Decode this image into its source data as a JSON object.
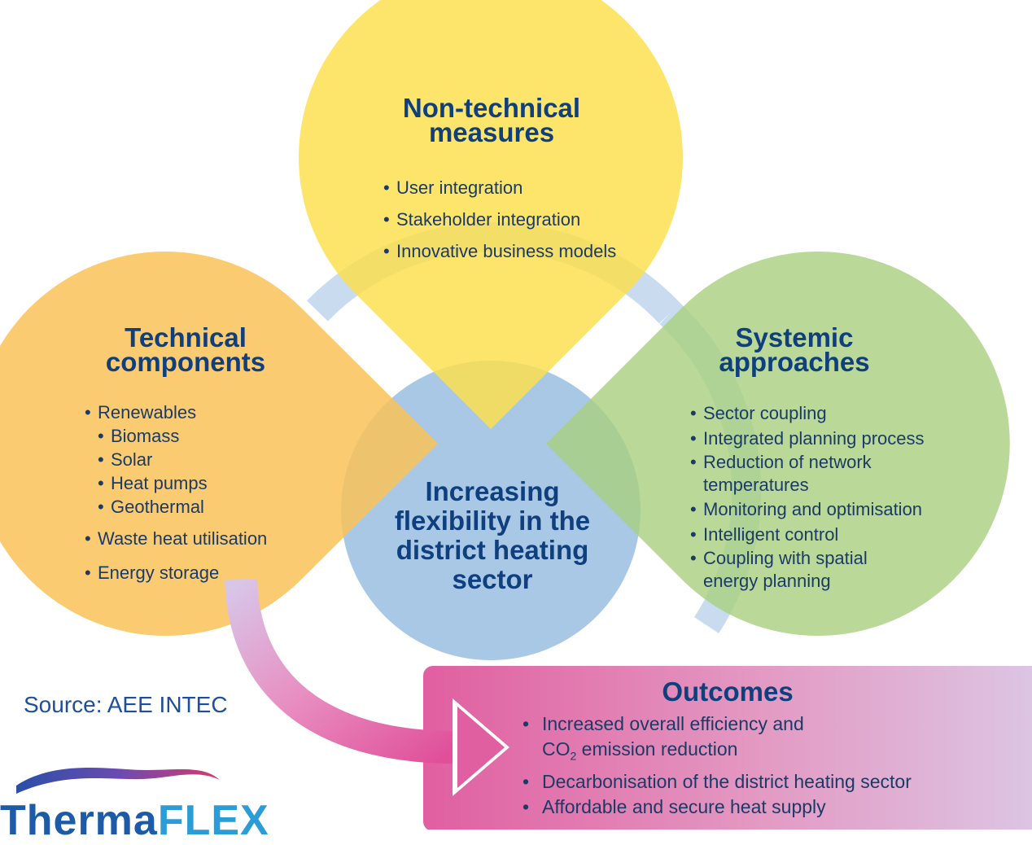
{
  "top_circle": {
    "title_line1": "Non-technical",
    "title_line2": "measures",
    "items": [
      "User integration",
      "Stakeholder integration",
      "Innovative business models"
    ]
  },
  "left_circle": {
    "title_line1": "Technical",
    "title_line2": "components",
    "items": [
      {
        "text": "Renewables",
        "level": 0
      },
      {
        "text": "Biomass",
        "level": 1
      },
      {
        "text": "Solar",
        "level": 1
      },
      {
        "text": "Heat pumps",
        "level": 1
      },
      {
        "text": "Geothermal",
        "level": 1
      },
      {
        "text": "Waste heat utilisation",
        "level": 0
      },
      {
        "text": "Energy storage",
        "level": 0
      }
    ]
  },
  "right_circle": {
    "title_line1": "Systemic",
    "title_line2": "approaches",
    "items": [
      "Sector coupling",
      "Integrated planning process",
      "Reduction of network",
      "temperatures",
      "Monitoring and optimisation",
      "Intelligent control",
      "Coupling with spatial",
      "energy planning"
    ]
  },
  "center": {
    "lines": [
      "Increasing",
      "flexibility in the",
      "district heating",
      "sector"
    ]
  },
  "outcomes": {
    "title": "Outcomes",
    "item1_line1": "Increased overall efficiency and",
    "item1_co": "CO",
    "item1_sub": "2",
    "item1_rest": " emission reduction",
    "item2": "Decarbonisation of the district heating sector",
    "item3": "Affordable and secure heat supply"
  },
  "source": "Source: AEE INTEC",
  "logo": {
    "part1": "Therma",
    "part2": "FLEX"
  },
  "colors": {
    "yellow": "#fbe04e",
    "orange": "#f9c25a",
    "green": "#b6d98f",
    "blue": "#a9c8e6",
    "ring": "#c6d8ee",
    "outcomes_left": "#e05fa0",
    "outcomes_right": "#dcc6e4",
    "text_dark": "#0f3f7d"
  }
}
